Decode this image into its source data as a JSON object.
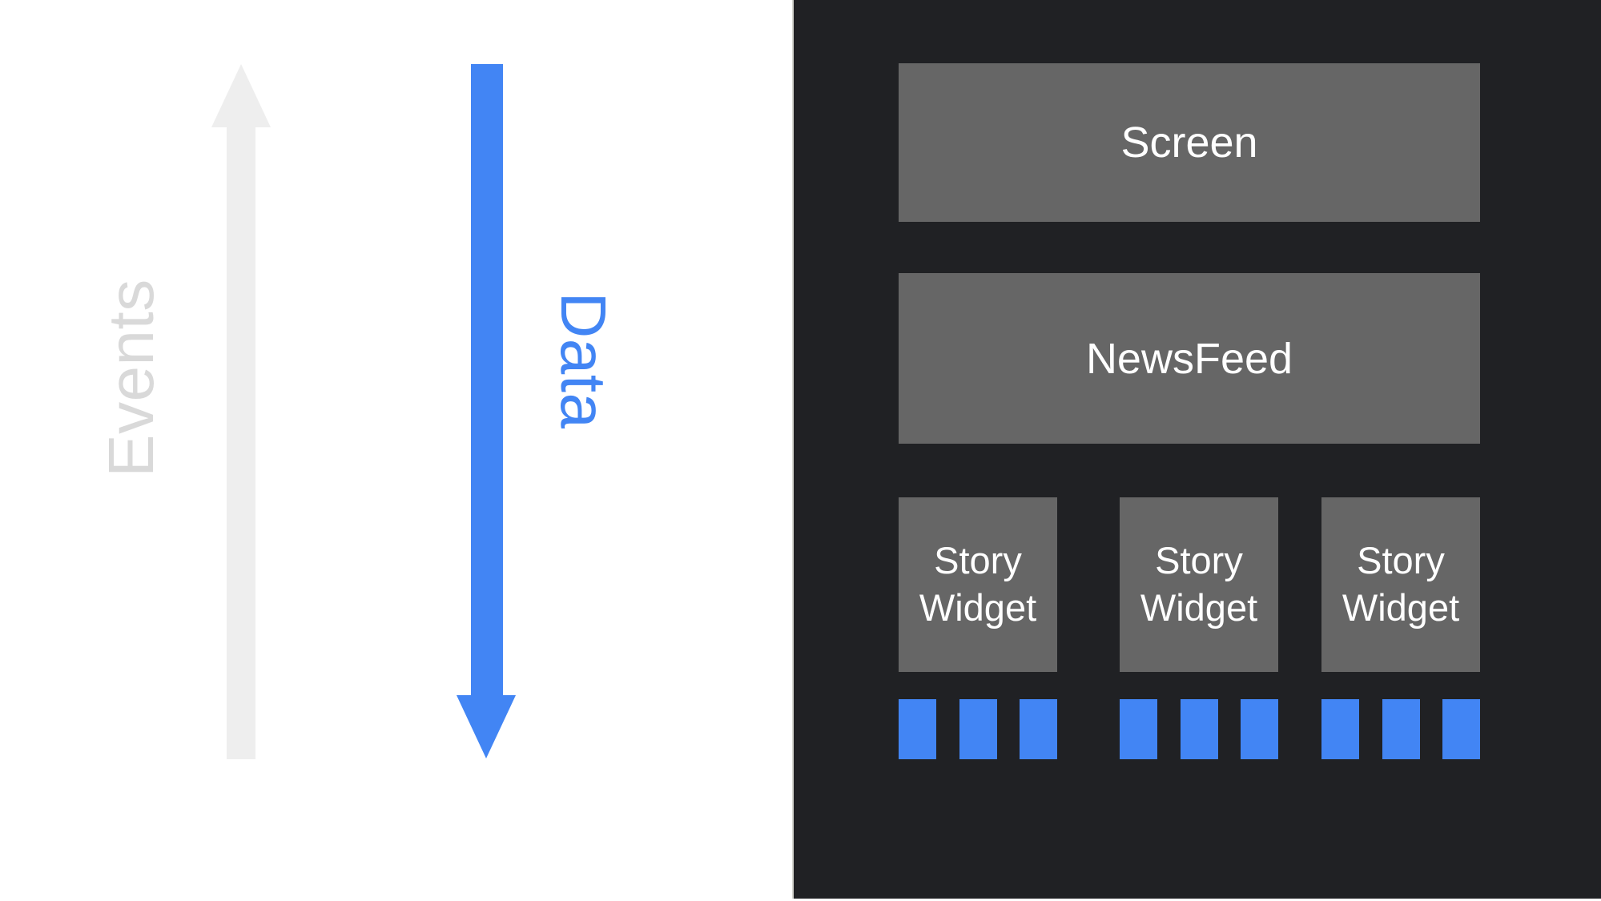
{
  "colors": {
    "page_background": "#ffffff",
    "panel_background": "#202124",
    "widget_box_gray": "#666666",
    "widget_label_white": "#ffffff",
    "accent_blue": "#4285f4",
    "events_arrow_gray": "#eeeeee",
    "events_label_gray": "#d9d9d9"
  },
  "flow_labels": {
    "up": "Events",
    "down": "Data"
  },
  "widget_tree": {
    "screen": "Screen",
    "newsfeed": "NewsFeed",
    "story_widgets": [
      "Story Widget",
      "Story Widget",
      "Story Widget"
    ],
    "tiles_per_story_widget": 3
  }
}
